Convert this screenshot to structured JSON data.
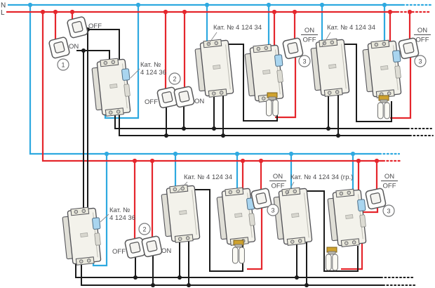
{
  "diagram": {
    "type": "electrical-wiring-schematic",
    "bus_labels": {
      "neutral": "N",
      "line": "L"
    },
    "switch_labels": {
      "on": "ON",
      "off": "OFF"
    },
    "circle_numbers": {
      "one": "1",
      "two": "2",
      "three": "3"
    },
    "catalog_labels": {
      "cat36_line1": "Кат. №",
      "cat36_line2": "4 124 36",
      "cat34": "Кат. № 4 124 34",
      "cat34_group": "Кат. № 4 124 34 (гр.)"
    },
    "colors": {
      "neutral_wire": "#2ea9e0",
      "line_wire": "#e5262c",
      "control_wire": "#1b1b1b",
      "label_text": "#4b4b4d"
    }
  }
}
